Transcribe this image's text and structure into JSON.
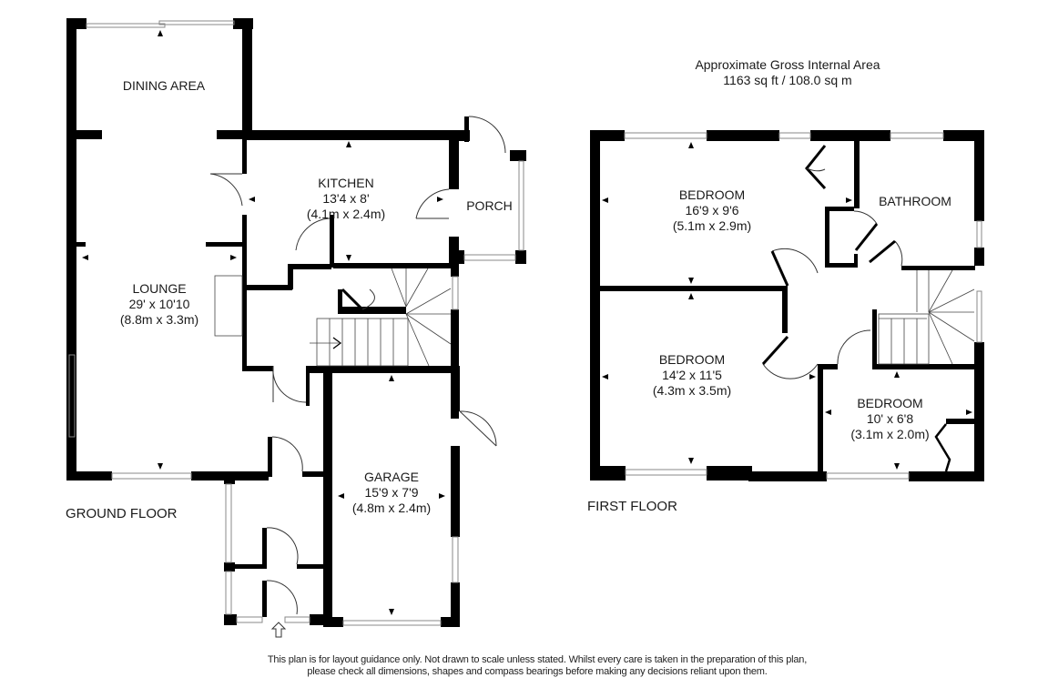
{
  "header": {
    "area_title": "Approximate Gross Internal Area",
    "area_value": "1163 sq ft / 108.0 sq m"
  },
  "ground_floor": {
    "label": "GROUND FLOOR",
    "rooms": [
      {
        "name": "DINING AREA",
        "imperial": "",
        "metric": ""
      },
      {
        "name": "KITCHEN",
        "imperial": "13'4 x 8'",
        "metric": "(4.1m x 2.4m)"
      },
      {
        "name": "PORCH",
        "imperial": "",
        "metric": ""
      },
      {
        "name": "LOUNGE",
        "imperial": "29' x 10'10",
        "metric": "(8.8m x 3.3m)"
      },
      {
        "name": "GARAGE",
        "imperial": "15'9 x 7'9",
        "metric": "(4.8m x 2.4m)"
      }
    ]
  },
  "first_floor": {
    "label": "FIRST FLOOR",
    "rooms": [
      {
        "name": "BEDROOM",
        "imperial": "16'9 x 9'6",
        "metric": "(5.1m x 2.9m)"
      },
      {
        "name": "BATHROOM",
        "imperial": "",
        "metric": ""
      },
      {
        "name": "BEDROOM",
        "imperial": "14'2 x 11'5",
        "metric": "(4.3m x 3.5m)"
      },
      {
        "name": "BEDROOM",
        "imperial": "10' x 6'8",
        "metric": "(3.1m x 2.0m)"
      }
    ]
  },
  "footer": {
    "disclaimer_line1": "This plan is for layout guidance only. Not drawn to scale unless stated. Whilst every care is taken in the preparation of this plan,",
    "disclaimer_line2": "please check all dimensions, shapes and compass bearings before making any decisions reliant upon them."
  },
  "colors": {
    "wall": "#000000",
    "window": "#888888",
    "background": "#ffffff"
  }
}
